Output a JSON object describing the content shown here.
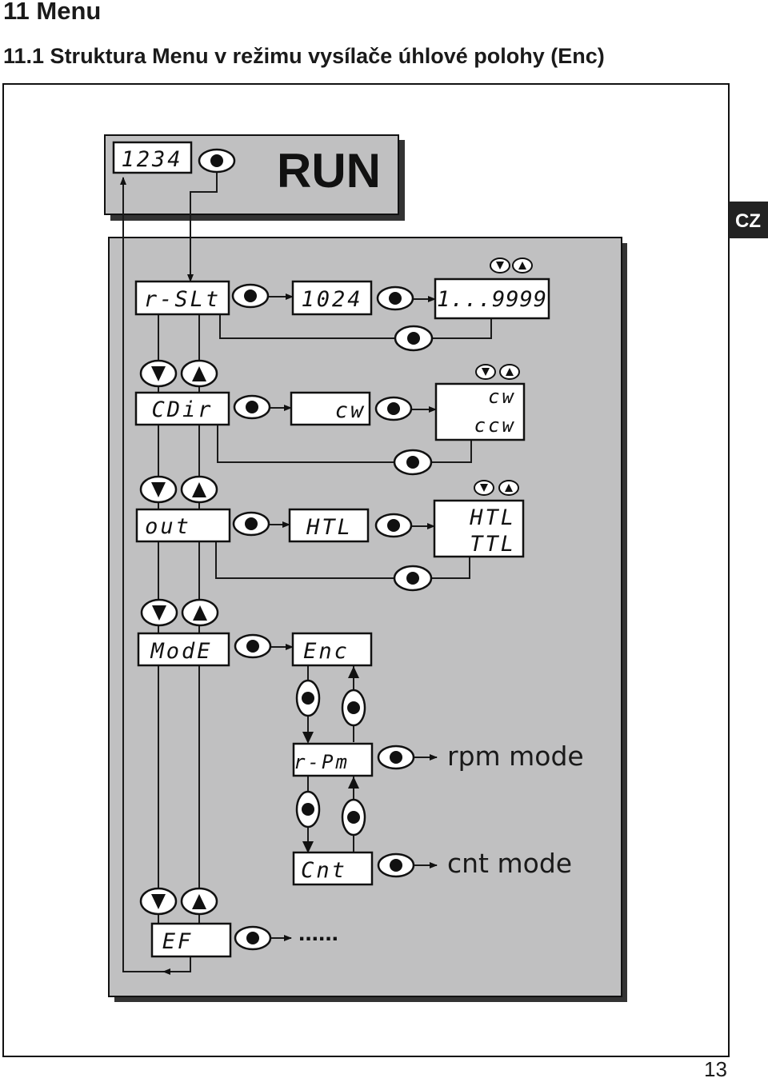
{
  "header": {
    "section_title": "11  Menu",
    "subsection_title": "11.1  Struktura Menu v režimu vysílače úhlové polohy (Enc)"
  },
  "side_tab": {
    "label": "CZ"
  },
  "page_number": "13",
  "diagram": {
    "run": {
      "display": "1234",
      "label": "RUN"
    },
    "rows": [
      {
        "param": "r-SLt",
        "value": "1024",
        "range": "1...9999"
      },
      {
        "param": "CDir",
        "value": "cw",
        "options": [
          "cw",
          "ccw"
        ]
      },
      {
        "param": "out",
        "value": "HTL",
        "options": [
          "HTL",
          "TTL"
        ]
      },
      {
        "param": "ModE",
        "value": "Enc"
      }
    ],
    "submodes": [
      {
        "display": "r-Pm",
        "label": "rpm mode"
      },
      {
        "display": "Cnt",
        "label": "cnt mode"
      }
    ],
    "ef": {
      "display": "EF",
      "continuation": "......"
    }
  },
  "colors": {
    "panel": "#c0c0c1",
    "shadow": "#333333",
    "line": "#1a1a1a",
    "tab": "#222222"
  },
  "icons": [
    "set-button-icon",
    "up-button-icon",
    "down-button-icon"
  ]
}
